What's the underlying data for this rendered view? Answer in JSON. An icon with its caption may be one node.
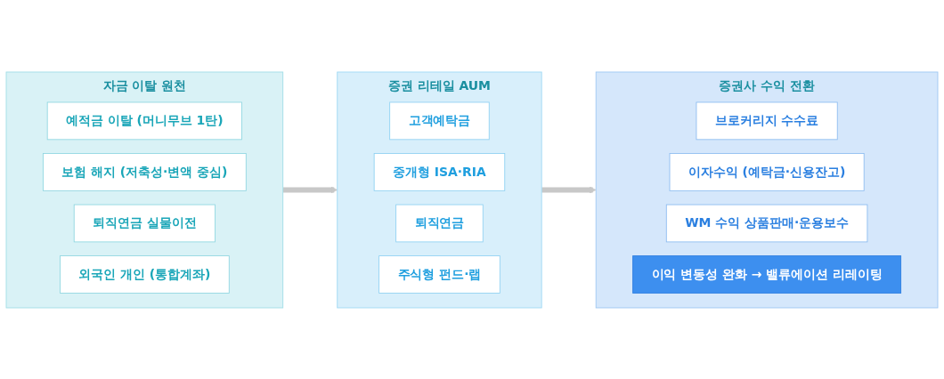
{
  "diagram": {
    "nodes": [
      {
        "text": [
          "자금 이탈 원천"
        ]
      },
      {
        "text": [
          "예적금 이탈 (머니무브 1탄)"
        ],
        "in": 0
      },
      {
        "text": [
          "보험 해지 (저축성·변액 중심)"
        ],
        "in": 0
      },
      {
        "text": [
          "퇴직연금 실물이전"
        ],
        "in": 0
      },
      {
        "text": [
          "외국인 개인 (통합계좌)"
        ],
        "in": 0
      },
      {
        "text": [
          "증권 리테일 AUM"
        ]
      },
      {
        "text": [
          "고객예탁금"
        ],
        "in": 5
      },
      {
        "text": [
          "중개형 ISA·RIA"
        ],
        "in": 5
      },
      {
        "text": [
          "퇴직연금"
        ],
        "in": 5
      },
      {
        "text": [
          "주식형 펀드·랩"
        ],
        "in": 5
      },
      {
        "text": [
          "증권사 수익 전환"
        ]
      },
      {
        "text": [
          "브로커리지 수수료"
        ],
        "in": 10
      },
      {
        "text": [
          "이자수익 (예탁금·신용잔고)"
        ],
        "in": 10
      },
      {
        "text": [
          "WM 수익 상품판매·운용보수"
        ],
        "in": 10
      },
      {
        "text": [
          "이익 변동성 완화 → 밸류에이션 리레이팅"
        ],
        "in": 10
      }
    ],
    "edges": [
      {
        "from": 0,
        "to": 5,
        "arrow": "to"
      },
      {
        "from": 5,
        "to": 10,
        "arrow": "to"
      }
    ]
  }
}
